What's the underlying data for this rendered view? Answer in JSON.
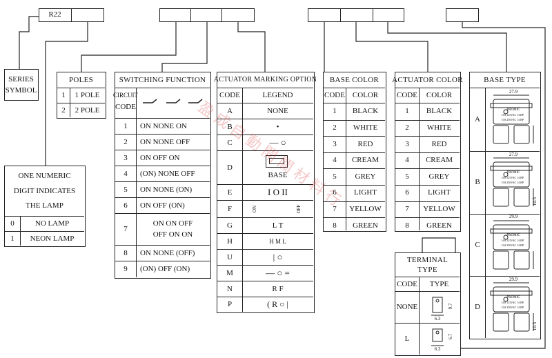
{
  "part_code": {
    "prefix": "R22"
  },
  "series": {
    "label_line1": "SERIES",
    "label_line2": "SYMBOL"
  },
  "lamp": {
    "line1": "ONE NUMERIC",
    "line2": "DIGIT INDICATES",
    "line3": "THE LAMP",
    "rows": [
      {
        "code": "0",
        "label": "NO LAMP"
      },
      {
        "code": "1",
        "label": "NEON LAMP"
      }
    ]
  },
  "poles": {
    "title": "POLES",
    "rows": [
      {
        "code": "1",
        "label": "1 POLE"
      },
      {
        "code": "2",
        "label": "2 POLE"
      }
    ]
  },
  "switching": {
    "title": "SWITCHING FUNCTION",
    "code_line1": "CIRCUIT",
    "code_line2": "CODE",
    "rows": [
      {
        "code": "1",
        "label": "ON  NONE  ON"
      },
      {
        "code": "2",
        "label": "ON  NONE OFF"
      },
      {
        "code": "3",
        "label": "ON  OFF  ON"
      },
      {
        "code": "4",
        "label": "(ON) NONE OFF"
      },
      {
        "code": "5",
        "label": "ON  NONE (ON)"
      },
      {
        "code": "6",
        "label": "ON  OFF (ON)"
      },
      {
        "code": "7",
        "label_line1": "ON ON OFF",
        "label_line2": "OFF ON ON"
      },
      {
        "code": "8",
        "label": "ON  NONE (OFF)"
      },
      {
        "code": "9",
        "label": "(ON)  OFF (ON)"
      }
    ]
  },
  "actuator_marking": {
    "title": "ACTUATOR MARKING OPTION",
    "col_code": "CODE",
    "col_legend": "LEGEND",
    "rows": [
      {
        "code": "A",
        "legend": "NONE"
      },
      {
        "code": "B",
        "legend": "•"
      },
      {
        "code": "C",
        "legend": "—    ○"
      },
      {
        "code": "D",
        "legend": "BASE"
      },
      {
        "code": "E",
        "legend": "I   O   II"
      },
      {
        "code": "F",
        "legend_left": "ON",
        "legend_right": "OFF"
      },
      {
        "code": "G",
        "legend": "L     T"
      },
      {
        "code": "H",
        "legend": "H   M   L"
      },
      {
        "code": "U",
        "legend": "|    ○"
      },
      {
        "code": "M",
        "legend": "—  ○  ="
      },
      {
        "code": "N",
        "legend": "R     F"
      },
      {
        "code": "P",
        "legend": "(  R   ○   |"
      }
    ]
  },
  "base_color": {
    "title": "BASE COLOR",
    "col_code": "CODE",
    "col_color": "COLOR",
    "rows": [
      {
        "code": "1",
        "label": "BLACK"
      },
      {
        "code": "2",
        "label": "WHITE"
      },
      {
        "code": "3",
        "label": "RED"
      },
      {
        "code": "4",
        "label": "CREAM"
      },
      {
        "code": "5",
        "label": "GREY"
      },
      {
        "code": "6",
        "label": "LIGHT"
      },
      {
        "code": "7",
        "label": "YELLOW"
      },
      {
        "code": "8",
        "label": "GREEN"
      }
    ]
  },
  "actuator_color": {
    "title": "ACTUATOR COLOR",
    "col_code": "CODE",
    "col_color": "COLOR",
    "rows": [
      {
        "code": "1",
        "label": "BLACK"
      },
      {
        "code": "2",
        "label": "WHITE"
      },
      {
        "code": "3",
        "label": "RED"
      },
      {
        "code": "4",
        "label": "CREAM"
      },
      {
        "code": "5",
        "label": "GREY"
      },
      {
        "code": "6",
        "label": "LIGHT"
      },
      {
        "code": "7",
        "label": "YELLOW"
      },
      {
        "code": "8",
        "label": "GREEN"
      }
    ]
  },
  "base_type": {
    "title": "BASE TYPE",
    "rows": [
      {
        "code": "A",
        "dim_top": "27.9",
        "dim_side": ""
      },
      {
        "code": "B",
        "dim_top": "27.9",
        "dim_side": "10.5"
      },
      {
        "code": "C",
        "dim_top": "29.9",
        "dim_side": ""
      },
      {
        "code": "D",
        "dim_top": "29.9",
        "dim_side": "10.5"
      }
    ],
    "label_brand": "PROMIC",
    "label_l1": "16A 125VAC 1/4HP",
    "label_l2": "10A 250VAC 1/4HP"
  },
  "terminal_type": {
    "title_line1": "TERMINAL",
    "title_line2": "TYPE",
    "col_code": "CODE",
    "col_type": "TYPE",
    "rows": [
      {
        "code": "NONE",
        "dim_w": "6.3",
        "dim_h": "9.7"
      },
      {
        "code": "L",
        "dim_w": "6.3",
        "dim_h": "6.7"
      }
    ]
  },
  "watermark": {
    "text": "盈成自動開關材料行"
  }
}
